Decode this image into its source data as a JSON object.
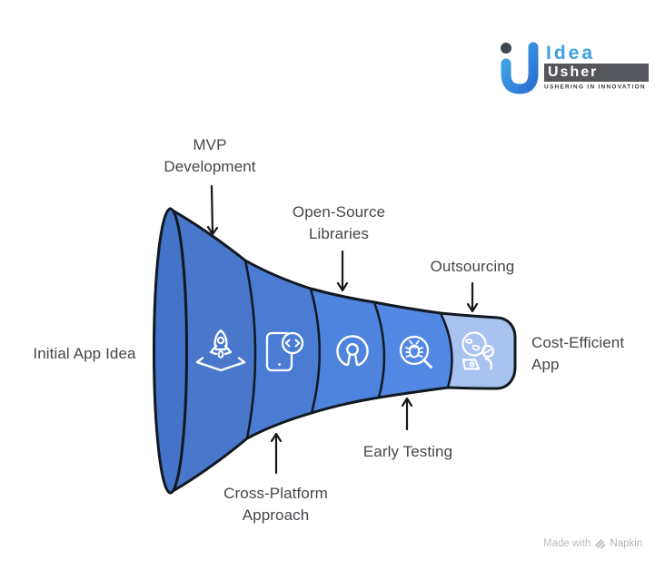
{
  "logo": {
    "brand_top": "Idea",
    "brand_bottom": "Usher",
    "tagline": "USHERING IN INNOVATION"
  },
  "funnel": {
    "input_label": "Initial App Idea",
    "output_label": "Cost-Efficient App",
    "stages": [
      {
        "label": "MVP Development",
        "icon": "rocket-launch-icon",
        "label_position": "top"
      },
      {
        "label": "Cross-Platform Approach",
        "icon": "phone-code-icon",
        "label_position": "bottom"
      },
      {
        "label": "Open-Source Libraries",
        "icon": "open-source-icon",
        "label_position": "top"
      },
      {
        "label": "Early Testing",
        "icon": "bug-magnifier-icon",
        "label_position": "bottom"
      },
      {
        "label": "Outsourcing",
        "icon": "globe-laptop-icon",
        "label_position": "top"
      }
    ]
  },
  "colors": {
    "segment_1": "#4877cb",
    "segment_2": "#4a7cd4",
    "segment_3": "#4e83de",
    "segment_4": "#5288e4",
    "segment_5": "#a9c3f1",
    "ellipse_face": "#4474c9",
    "outline": "#101820",
    "icon_stroke": "#ffffff",
    "label_text": "#43464a",
    "logo_blue": "#3c9fe8",
    "logo_box_gray": "#54565b",
    "footer_gray": "#bcbcbc"
  },
  "footer": {
    "made_with": "Made with",
    "brand": "Napkin"
  }
}
